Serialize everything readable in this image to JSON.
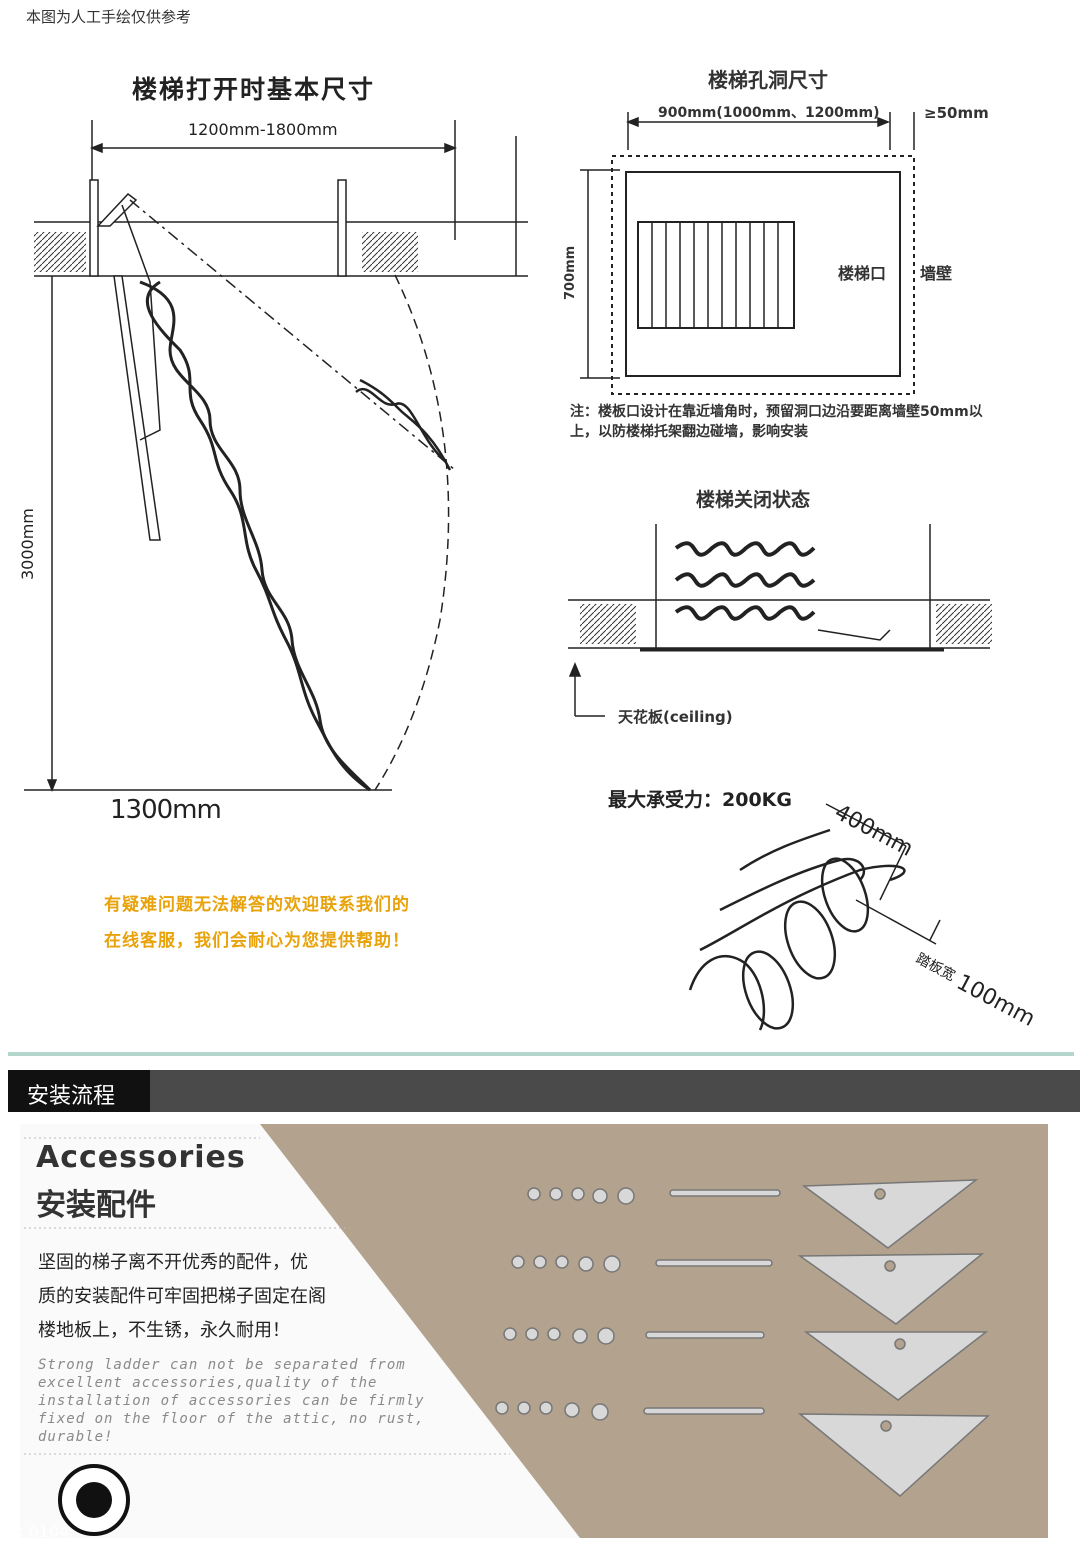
{
  "header_note": "本图为人工手绘仅供参考",
  "open_state": {
    "title": "楼梯打开时基本尺寸",
    "width_label": "1200mm-1800mm",
    "height_label": "3000mm",
    "bottom_label": "1300mm"
  },
  "hole": {
    "title": "楼梯孔洞尺寸",
    "width_label": "900mm(1000mm、1200mm)",
    "gap_label": "≥50mm",
    "height_label": "700mm",
    "opening_label": "楼梯口",
    "wall_label": "墙壁",
    "note": "注：楼板口设计在靠近墙角时，预留洞口边沿要距离墙壁50mm以上，以防楼梯托架翻边碰墙，影响安装"
  },
  "closed_state": {
    "title": "楼梯关闭状态",
    "ceiling_label": "天花板(ceiling)"
  },
  "load": {
    "label": "最大承受力：200KG",
    "step_width": "400mm",
    "plate_label": "踏板宽",
    "plate_width": "100mm"
  },
  "help": {
    "line1": "有疑难问题无法解答的欢迎联系我们的",
    "line2": "在线客服，我们会耐心为您提供帮助！"
  },
  "section": {
    "label": "安装流程"
  },
  "accessories": {
    "title_en": "Accessories",
    "title_cn": "安装配件",
    "text_line1": "坚固的梯子离不开优秀的配件，优",
    "text_line2": "质的安装配件可牢固把梯子固定在阁",
    "text_line3": "楼地板上，不生锈，永久耐用！",
    "text_en": "Strong ladder can not be separated from excellent accessories,quality of the installation of accessories can be firmly fixed on the floor of the attic, no rust, durable!"
  },
  "watermark": "hk 0104"
}
